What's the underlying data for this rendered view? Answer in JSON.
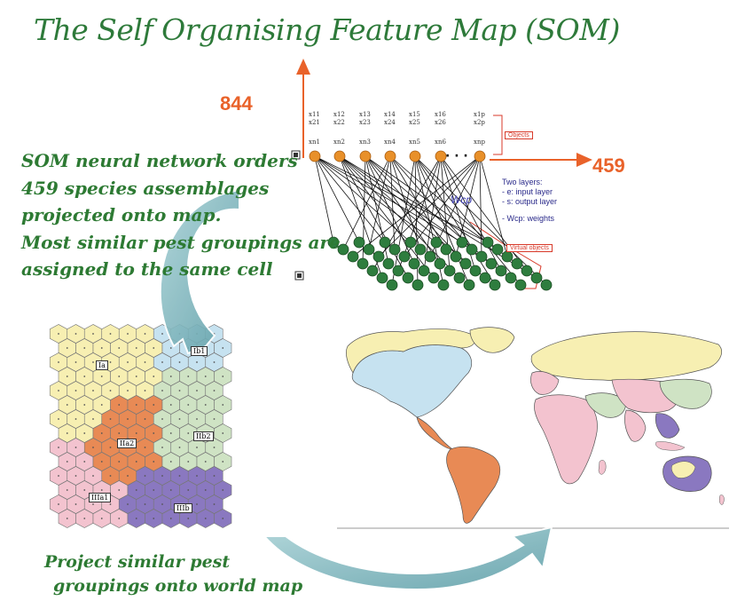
{
  "title": "The Self Organising Feature Map  (SOM)",
  "input_count": "844",
  "output_count": "459",
  "som_description": [
    "SOM neural network orders",
    "459 species assemblages",
    "projected onto map.",
    "Most similar pest groupings are",
    "assigned to the same cell"
  ],
  "project_description": [
    "Project similar pest",
    "groupings onto world map"
  ],
  "network": {
    "objects_label": "Objects",
    "virtual_objects_label": "Virtual objects",
    "two_layers": "Two layers:",
    "input_layer": "- e: input layer",
    "output_layer": "- s: output layer",
    "weights": "- Wcp: weights",
    "weight_symbol": "Wcp",
    "ellipsis": "· · ·",
    "x_labels_top": [
      "x11",
      "x12",
      "x13",
      "x14",
      "x15",
      "x16",
      "x1p"
    ],
    "x_labels_mid": [
      "x21",
      "x22",
      "x23",
      "x24",
      "x25",
      "x26",
      "x2p"
    ],
    "x_labels_bottom": [
      "xn1",
      "xn2",
      "xn3",
      "xn4",
      "xn5",
      "xn6",
      "xnp"
    ]
  },
  "som_map": {
    "cluster_labels": [
      "Ia",
      "Ib1",
      "IIa2",
      "IIb2",
      "IIIa1",
      "IIIb"
    ]
  },
  "colors": {
    "title_green": "#2e7a3a",
    "orange": "#e9622a",
    "node_orange": "#e8902a",
    "node_green": "#2e7d3e",
    "cluster_yellow": "#f7efb2",
    "cluster_light_blue": "#c6e2f0",
    "cluster_light_green": "#cfe3c4",
    "cluster_orange": "#e88a55",
    "cluster_pink": "#f3c3cf",
    "cluster_purple": "#8a78c0",
    "arrow_teal": "#7fb8bf"
  }
}
